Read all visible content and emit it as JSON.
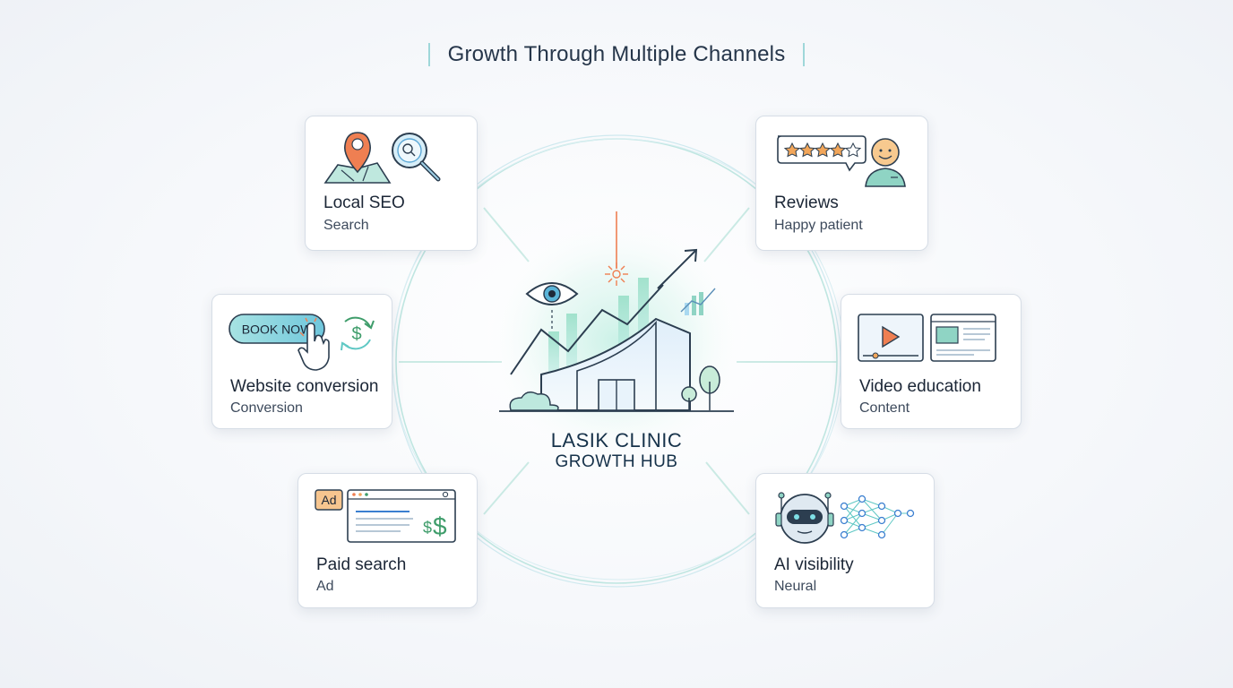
{
  "title": "Growth Through Multiple Channels",
  "hub": {
    "line1": "LASIK CLINIC",
    "line2": "GROWTH HUB"
  },
  "colors": {
    "accent_teal": "#5fc8c4",
    "accent_orange": "#ef7f52",
    "accent_blue": "#3b7fd0",
    "accent_green": "#3f9d6b",
    "outline": "#2c3e50"
  },
  "channels": [
    {
      "id": "local",
      "title": "Local SEO",
      "subtitle": "Search",
      "icons": [
        "map-pin-icon",
        "magnifier-icon"
      ]
    },
    {
      "id": "reviews",
      "title": "Reviews",
      "subtitle": "Happy patient",
      "icons": [
        "star-rating-icon",
        "happy-patient-icon"
      ]
    },
    {
      "id": "web",
      "title": "Website conversion",
      "subtitle": "Conversion",
      "button": "BOOK NOW",
      "icons": [
        "pointer-hand-icon",
        "dollar-cycle-icon"
      ]
    },
    {
      "id": "video",
      "title": "Video education",
      "subtitle": "Content",
      "icons": [
        "video-player-icon",
        "web-page-icon"
      ]
    },
    {
      "id": "paid",
      "title": "Paid search",
      "subtitle": "Ad",
      "badge": "Ad",
      "icons": [
        "ad-browser-icon",
        "dollar-icon"
      ]
    },
    {
      "id": "ai",
      "title": "AI visibility",
      "subtitle": "Neural",
      "icons": [
        "robot-icon",
        "neural-network-icon"
      ]
    }
  ]
}
